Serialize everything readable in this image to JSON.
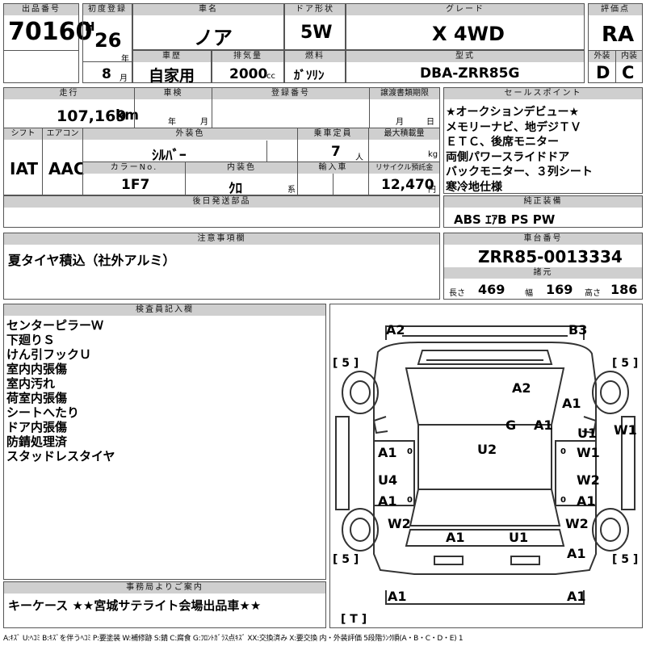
{
  "header": {
    "lot_label": "出品番号",
    "lot_no": "70160",
    "first_reg_label": "初度登録",
    "era": "H",
    "year": "26",
    "year_unit": "年",
    "month": "8",
    "month_unit": "月",
    "model_label": "車名",
    "model": "ノア",
    "door_label": "ドア形状",
    "door": "5W",
    "grade_label": "グレード",
    "grade": "X 4WD",
    "score_label": "評価点",
    "score": "RA",
    "history_label": "車歴",
    "history": "自家用",
    "disp_label": "排気量",
    "disp": "2000",
    "disp_unit": "cc",
    "fuel_label": "燃料",
    "fuel": "ｶﾞｿﾘﾝ",
    "type_label": "型式",
    "type": "DBA-ZRR85G",
    "ext_label": "外装",
    "ext": "D",
    "int_label": "内装",
    "int": "C"
  },
  "row2": {
    "mileage_label": "走行",
    "mileage": "107,169",
    "mileage_unit": "km",
    "inspect_label": "車検",
    "inspect_year_unit": "年",
    "inspect_month_unit": "月",
    "regno_label": "登録番号",
    "transfer_label": "譲渡書類期限",
    "transfer_month_unit": "月",
    "transfer_day_unit": "日",
    "shift_label": "シフト",
    "shift": "IAT",
    "ac_label": "エアコン",
    "ac": "AAC",
    "color_label": "外装色",
    "color": "ｼﾙﾊﾞｰ",
    "capacity_label": "乗車定員",
    "capacity": "7",
    "capacity_unit": "人",
    "load_label": "最大積載量",
    "load_unit": "kg",
    "colorno_label": "カラーNo.",
    "colorno": "1F7",
    "intcolor_label": "内装色",
    "intcolor": "ｸﾛ",
    "intcolor_unit": "系",
    "import_label": "輸入車",
    "recycle_label": "リサイクル預託金",
    "recycle": "12,470",
    "recycle_unit": "円",
    "later_label": "後日発送部品"
  },
  "sales": {
    "label": "セールスポイント",
    "items": [
      "★オークションデビュー★",
      "メモリーナビ、地デジＴＶ",
      "ＥＴＣ、後席モニター",
      "両側パワースライドドア",
      "バックモニター、３列シート",
      "寒冷地仕様"
    ]
  },
  "equip": {
    "label": "純正装備",
    "value": "ABS ｴｱB PS PW"
  },
  "notes": {
    "label": "注意事項欄",
    "value": "夏タイヤ積込（社外アルミ）"
  },
  "chassis": {
    "label": "車台番号",
    "value": "ZRR85-0013334",
    "spec_label": "諸元",
    "len_label": "長さ",
    "len": "469",
    "wid_label": "幅",
    "wid": "169",
    "hgt_label": "高さ",
    "hgt": "186"
  },
  "inspector": {
    "label": "検査員記入欄",
    "items": [
      "センターピラーＷ",
      "下廻りＳ",
      "けん引フックＵ",
      "室内内張傷",
      "室内汚れ",
      "荷室内張傷",
      "シートへたり",
      "ドア内張傷",
      "防錆処理済",
      "スタッドレスタイヤ"
    ]
  },
  "office": {
    "label": "事務局よりご案内",
    "value": "キーケース ★★宮城サテライト会場出品車★★"
  },
  "legend": "A:ｷｽﾞ U:ﾍｺﾐ B:ｷｽﾞを伴うﾍｺﾐ P:要塗装 W:補修跡 S:錆 C:腐食 G:ﾌﾛﾝﾄｶﾞﾗｽ点ｷｽﾞ XX:交換済み X:要交換 内・外装評価 5段階ﾗﾝｸ順(A・B・C・D・E) 1",
  "diagram": {
    "labels": [
      "A2",
      "B3",
      "A2",
      "A1",
      "G",
      "A1",
      "U1",
      "W1",
      "A1",
      "U2",
      "W1",
      "U4",
      "W2",
      "A1",
      "A1",
      "W2",
      "W2",
      "A1",
      "U1",
      "A1",
      "A1",
      "A1"
    ],
    "tire_marks": [
      "[ 5 ]",
      "[ 5 ]",
      "[ 5 ]",
      "[ 5 ]",
      "[ T ]"
    ],
    "small": [
      "0",
      "0",
      "0",
      "0"
    ]
  }
}
